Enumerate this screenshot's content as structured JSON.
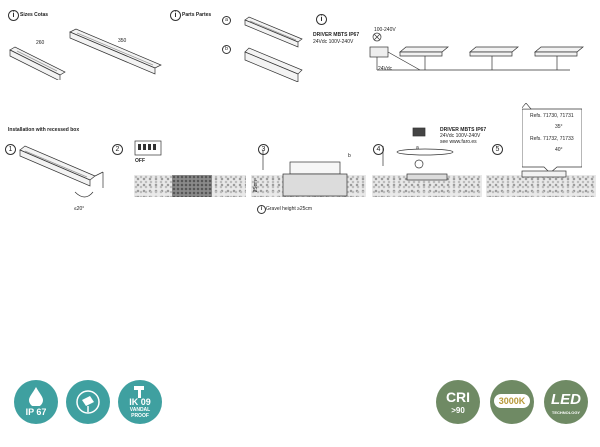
{
  "top": {
    "sizes_label": "Sizes Cotas",
    "parts_label": "Parts Partes",
    "dim_short": "260",
    "dim_long": "350",
    "part_a": "a",
    "part_b": "b",
    "driver_label": "DRIVER MBTS IP67",
    "driver_spec": "24Vdc 100V-240V",
    "mains_label": "100-240V",
    "dc_label": "24Vdc"
  },
  "install": {
    "title": "Installation with recessed box",
    "angle": "≤20°",
    "off_label": "OFF",
    "gravel_note": "Gravel height ≥25cm",
    "depth_label": "25cm",
    "driver_label": "DRIVER MBTS IP67",
    "driver_spec": "24Vdc 100V-240V",
    "driver_site": "see www.faro.es",
    "refs_1": "Refs. 71730, 71731",
    "temp_1": "35°",
    "refs_2": "Refs. 71732, 71733",
    "temp_2": "40°",
    "steps": [
      "1",
      "2",
      "3",
      "4",
      "5"
    ]
  },
  "badges": {
    "ip": "IP 67",
    "ik": "IK 09",
    "ik_sub1": "VANDAL",
    "ik_sub2": "PROOF",
    "cri": "CRI",
    "cri_value": ">90",
    "cct": "3000K",
    "led": "LED",
    "led_sub": "TECHNOLOGY"
  },
  "colors": {
    "teal": "#3fa0a0",
    "olive": "#6f8a64"
  }
}
